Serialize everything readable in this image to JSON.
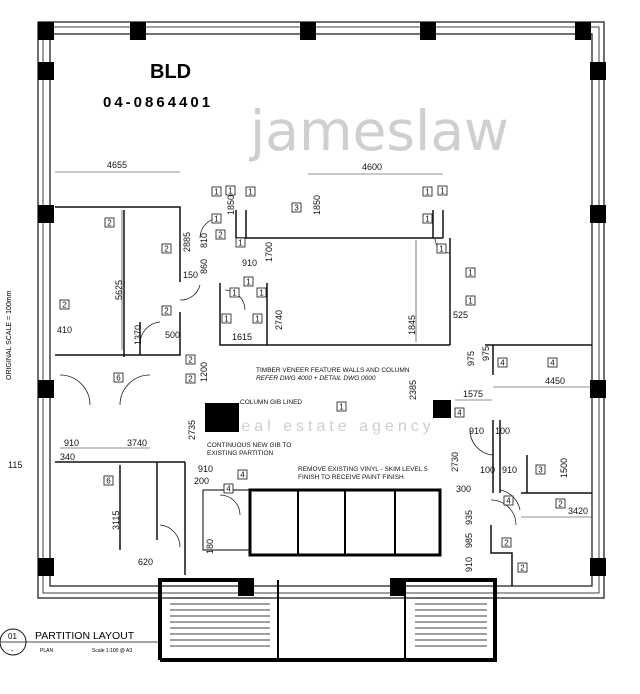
{
  "stamp": {
    "label": "BLD",
    "number": "04-0864401"
  },
  "side_note": "ORIGINAL SCALE = 100mm",
  "title_block": {
    "ref": "01",
    "sub_ref": "-",
    "title": "PARTITION LAYOUT",
    "view": "PLAN",
    "scale": "Scale 1:100 @ A3"
  },
  "notes": {
    "timber_1": "TIMBER VENEER FEATURE WALLS AND COLUMN",
    "timber_2": "REFER DWG 4000 + DETAIL DWG 0000",
    "column": "COLUMN GIB LINED",
    "gib_1": "CONTINUOUS NEW GIB TO",
    "gib_2": "EXISTING PARTITION",
    "vinyl_1": "REMOVE EXISTING VINYL - SKIM LEVEL 5",
    "vinyl_2": "FINISH TO RECEIVE PAINT FINISH"
  },
  "watermark": {
    "brand": "jameslaw",
    "tagline": "real estate agency"
  },
  "dimensions": [
    "4655",
    "4600",
    "1850",
    "1850",
    "2885",
    "810",
    "150",
    "860",
    "910",
    "1700",
    "5625",
    "2740",
    "1615",
    "525",
    "1845",
    "975",
    "410",
    "1370",
    "500",
    "1200",
    "2385",
    "4450",
    "1575",
    "2735",
    "910",
    "100",
    "2730",
    "910",
    "3740",
    "340",
    "115",
    "910",
    "200",
    "300",
    "100",
    "910",
    "1500",
    "3420",
    "3115",
    "935",
    "985",
    "180",
    "620",
    "910",
    "975"
  ],
  "tags": [
    "1",
    "1",
    "1",
    "1",
    "1",
    "1",
    "1",
    "1",
    "1",
    "1",
    "1",
    "1",
    "1",
    "1",
    "1",
    "1",
    "2",
    "2",
    "2",
    "2",
    "2",
    "2",
    "2",
    "2",
    "2",
    "3",
    "3",
    "4",
    "4",
    "4",
    "4",
    "4",
    "4",
    "6",
    "6",
    "1",
    "2"
  ]
}
